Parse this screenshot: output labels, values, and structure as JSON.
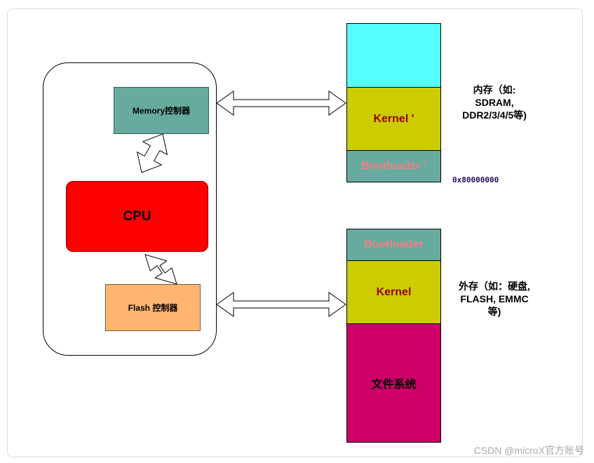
{
  "soc": {
    "memory_controller": "Memory控制器",
    "cpu": "CPU",
    "flash_controller": "Flash 控制器"
  },
  "memory": {
    "kernel": "Kernel '",
    "bootloader": "Bootloader '",
    "label_lines": [
      "内存（如:",
      "SDRAM,",
      "DDR2/3/4/5等)"
    ],
    "address": "0x80000000"
  },
  "storage": {
    "bootloader": "Bootloader",
    "kernel": "Kernel",
    "filesystem": "文件系统",
    "label_lines": [
      "外存（如：硬盘,",
      "FLASH, EMMC",
      "等)"
    ]
  },
  "colors": {
    "ram_free": "#55ffff",
    "kernel": "#cccc00",
    "bootloader": "#67ab9f",
    "filesystem": "#cc0066",
    "cpu": "#ff0000",
    "flash_controller": "#ffb570"
  },
  "watermark": "CSDN @microX官方账号"
}
